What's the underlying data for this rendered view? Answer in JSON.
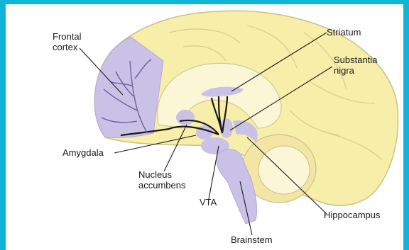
{
  "labels": {
    "frontal_cortex": [
      "Frontal",
      "cortex"
    ],
    "striatum": "Striatum",
    "substantia_nigra": [
      "Substantia",
      "nigra"
    ],
    "amygdala": "Amygdala",
    "nucleus_accumbens": [
      "Nucleus",
      "accumbens"
    ],
    "vta": "VTA",
    "hippocampus": "Hippocampus",
    "brainstem": "Brainstem"
  },
  "colors": {
    "background_border": "#0fb5d6",
    "brain_tissue": "#f7eeaa",
    "brain_outline": "#c9c08a",
    "inner_region": "#fbf6d6",
    "dopamine_region": "#c9c2e6",
    "pathway": "#1a1a1a"
  }
}
